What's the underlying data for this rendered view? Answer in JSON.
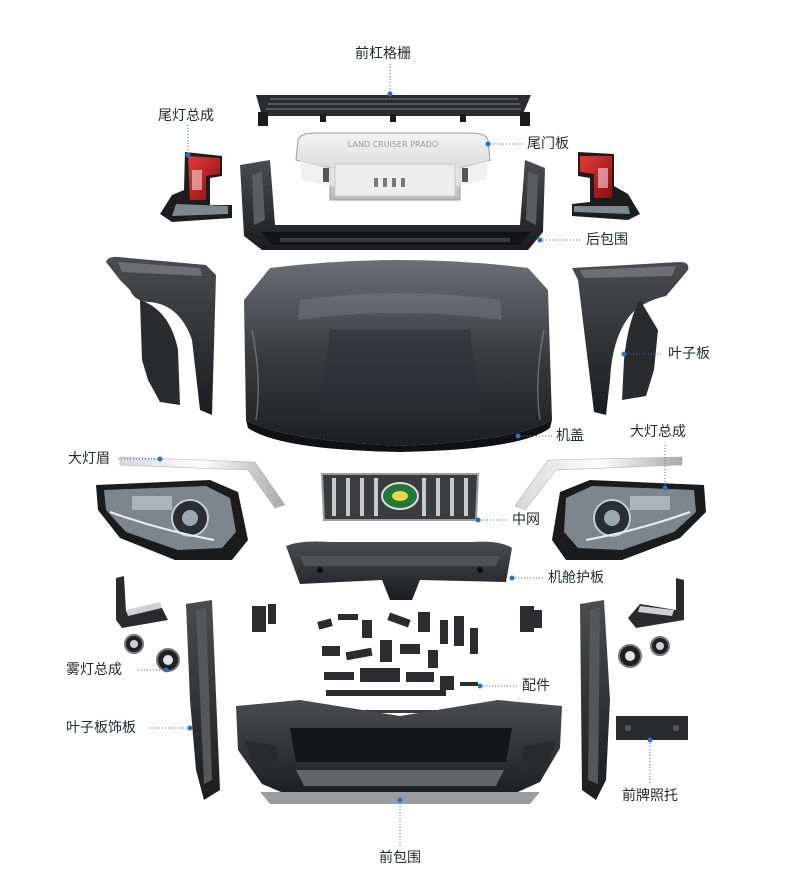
{
  "accent_color": "#2f6fc9",
  "labels": {
    "front_grille_bar": "前杠格栅",
    "tail_light_assembly": "尾灯总成",
    "tailgate_panel": "尾门板",
    "rear_bumper": "后包围",
    "fender": "叶子板",
    "hood": "机盖",
    "headlight_assembly": "大灯总成",
    "headlight_brow": "大灯眉",
    "grille": "中网",
    "engine_splash_shield": "机舱护板",
    "fog_light_assembly": "雾灯总成",
    "accessories": "配件",
    "fender_trim_panel": "叶子板饰板",
    "front_plate_bracket": "前牌照托",
    "front_bumper": "前包围"
  },
  "tailgate_embossed_text": "LAND CRUISER PRADO"
}
